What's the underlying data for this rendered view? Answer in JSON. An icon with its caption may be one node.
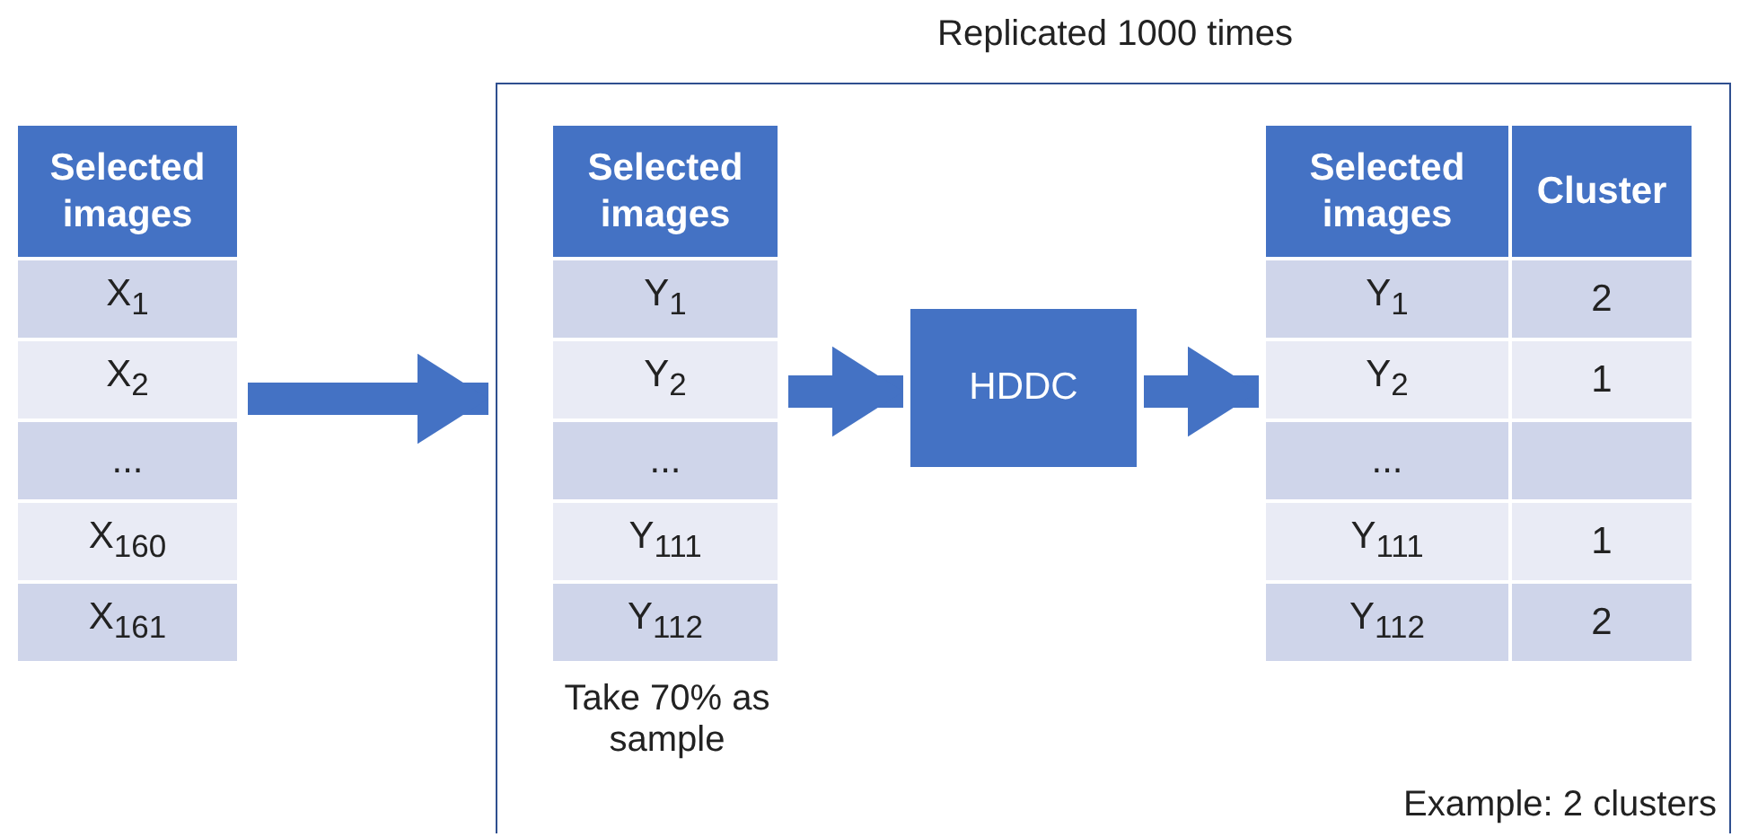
{
  "diagram": {
    "nodes": [
      {
        "text": [
          "Selected images",
          "X$_{1}$",
          "X$_{2}$",
          "...",
          "X$_{160}$",
          "X$_{161}$"
        ]
      },
      {
        "text": [
          "Replicated 1000 times",
          "Example: 2 clusters"
        ]
      },
      {
        "text": [
          "Selected images",
          "Y$_{1}$",
          "Y$_{2}$",
          "...",
          "Y$_{111}$",
          "Y$_{112}$"
        ],
        "in": 1,
        "beside": [
          "Take 70% as sample"
        ]
      },
      {
        "text": [
          "HDDC"
        ],
        "in": 1
      },
      {
        "text": [
          "Selected images",
          "Cluster",
          "Y$_{1}$",
          "2",
          "Y$_{2}$",
          "1",
          "...",
          "Y$_{111}$",
          "1",
          "Y$_{112}$",
          "2"
        ],
        "in": 1
      }
    ],
    "edges": [
      {
        "from": 0,
        "to": 1,
        "arrow": "to"
      },
      {
        "from": 2,
        "to": 3,
        "arrow": "to"
      },
      {
        "from": 3,
        "to": 4,
        "arrow": "to"
      }
    ]
  }
}
